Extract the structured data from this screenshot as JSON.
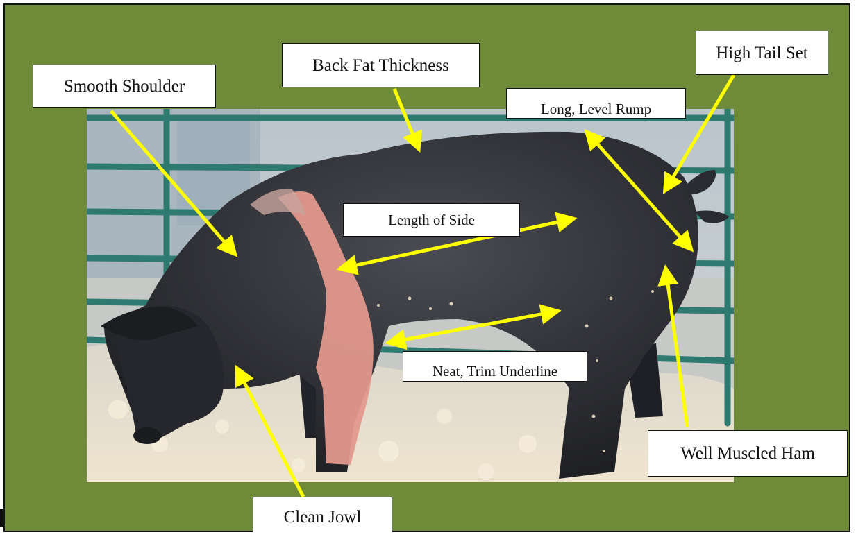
{
  "colors": {
    "board_green": "#6f8b3a",
    "arrow_yellow": "#ffff00",
    "pig_black": "#2b2c30",
    "pig_pink_band": "#e2988c",
    "fence_teal": "#2e7a70",
    "bedding": "#e9dcc4",
    "wall": "#c9d1d6"
  },
  "image": {
    "subject": "Hampshire-type market hog standing on wood-shaving bedding in front of a green pipe gate"
  },
  "labels": {
    "smooth_shoulder": "Smooth Shoulder",
    "back_fat": "Back Fat Thickness",
    "high_tail": "High Tail Set",
    "rump": "Long, Level Rump",
    "length_side": "Length of Side",
    "underline": "Neat, Trim Underline",
    "ham": "Well Muscled Ham",
    "jowl": "Clean Jowl"
  }
}
